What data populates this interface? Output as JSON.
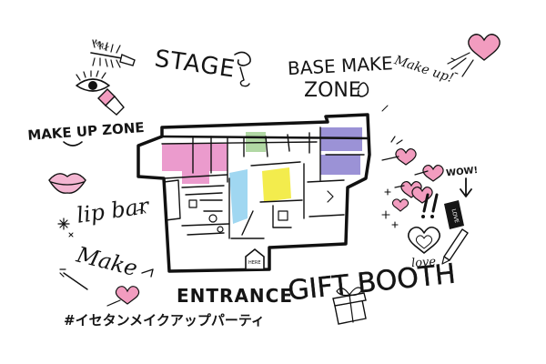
{
  "labels": {
    "stage": "STAGE",
    "base_make_zone_line1": "BASE MAKE",
    "base_make_zone_line2": "ZONE",
    "make_up_scribble": "Make up!",
    "make_up_zone": "MAKE UP ZONE",
    "lip_bar": "lip bar",
    "make_script": "Make",
    "entrance": "ENTRANCE",
    "gift_booth": "GIFT BOOTH",
    "hashtag": "#イセタンメイクアップパーティ",
    "here_sign": "HERE",
    "wow": "WOW!",
    "love_tag": "LOVE",
    "love_script": "love"
  },
  "colors": {
    "ink": "#111111",
    "pink_zone": "#e889c4",
    "green_zone": "#a8d49a",
    "purple_zone": "#8a7fcf",
    "blue_zone": "#8fd0ee",
    "yellow_zone": "#f2ea3a",
    "heart_pink": "#f29cbf",
    "lips_pink": "#f4b6d2"
  },
  "icons": [
    "mascara-icon",
    "eye-icon",
    "lipstick-icon",
    "lips-icon",
    "heart-icon",
    "gift-box-icon",
    "arrow-icon",
    "star-icon"
  ]
}
